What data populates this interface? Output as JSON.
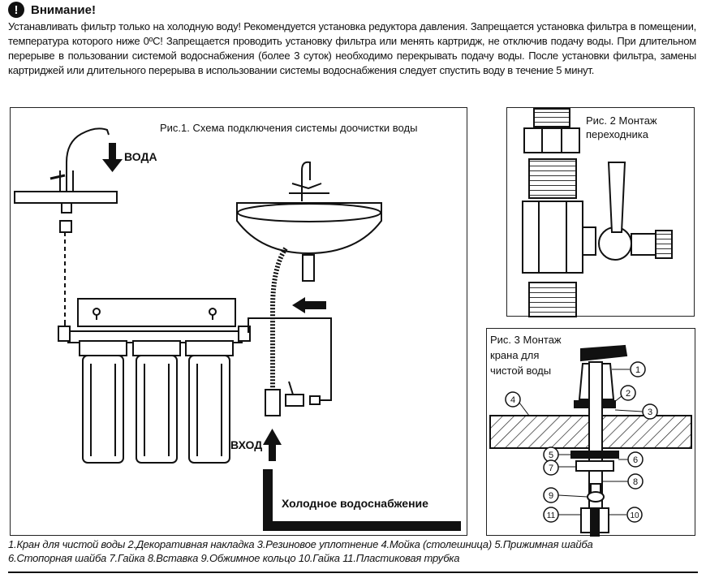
{
  "warning": {
    "title": "Внимание!",
    "text": "Устанавливать фильтр только на холодную воду! Рекомендуется установка редуктора давления. Запрещается установка фильтра в помещении, температура которого ниже 0ºC! Запрещается проводить установку фильтра или менять картридж, не отключив подачу воды. При длительном перерыве в пользовании системой водоснабжения (более 3 суток) необходимо перекрывать подачу воды. После установки фильтра, замены картриджей или длительного перерыва в использовании системы водоснабжения следует спустить воду в течение 5 минут."
  },
  "fig1": {
    "title": "Рис.1. Схема подключения системы доочистки воды",
    "label_water": "ВОДА",
    "label_input": "ВХОД",
    "label_cold": "Холодное водоснабжение"
  },
  "fig2": {
    "title_line1": "Рис. 2 Монтаж",
    "title_line2": "переходника"
  },
  "fig3": {
    "title_line1": "Рис. 3 Монтаж",
    "title_line2": "крана для",
    "title_line3": "чистой воды",
    "numbers": [
      "1",
      "2",
      "3",
      "4",
      "5",
      "6",
      "7",
      "8",
      "9",
      "10",
      "11"
    ]
  },
  "caption": {
    "line1": "1.Кран для чистой воды   2.Декоративная накладка   3.Резиновое уплотнение   4.Мойка (столешница) 5.Прижимная шайба",
    "line2": "6.Стопорная шайба  7.Гайка  8.Вставка  9.Обжимное кольцо  10.Гайка  11.Пластиковая трубка"
  }
}
